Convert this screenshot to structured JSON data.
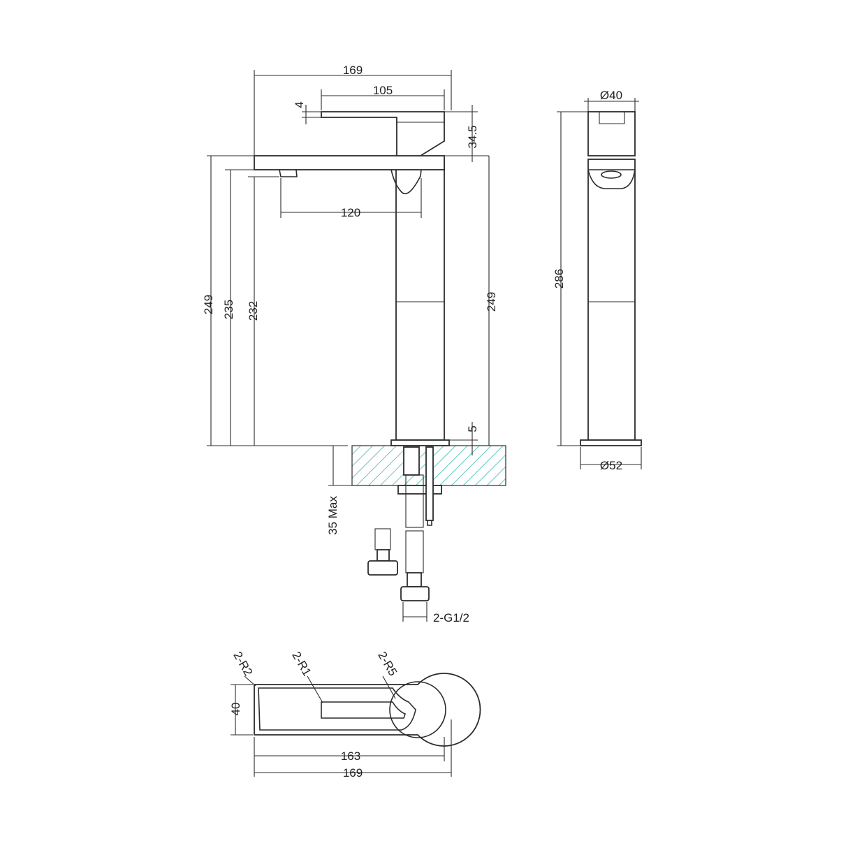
{
  "colors": {
    "line": "#2b2b2b",
    "hatch": "#3fb8b0",
    "background": "#ffffff"
  },
  "dimensions": {
    "front_top_width": "169",
    "lever_length": "105",
    "lever_thickness": "4",
    "lever_height": "34.5",
    "spout_reach": "120",
    "height_overall_left": "249",
    "height_235": "235",
    "height_232": "232",
    "height_right": "249",
    "base_plate": "5",
    "counter_max": "35 Max",
    "connection": "2-G1/2",
    "side_top_dia": "Ø40",
    "side_height": "286",
    "side_base_dia": "Ø52",
    "plan_r2": "2-R2",
    "plan_r1": "2-R1",
    "plan_r5": "2-R5",
    "plan_width": "40",
    "plan_length_163": "163",
    "plan_length_169": "169"
  }
}
